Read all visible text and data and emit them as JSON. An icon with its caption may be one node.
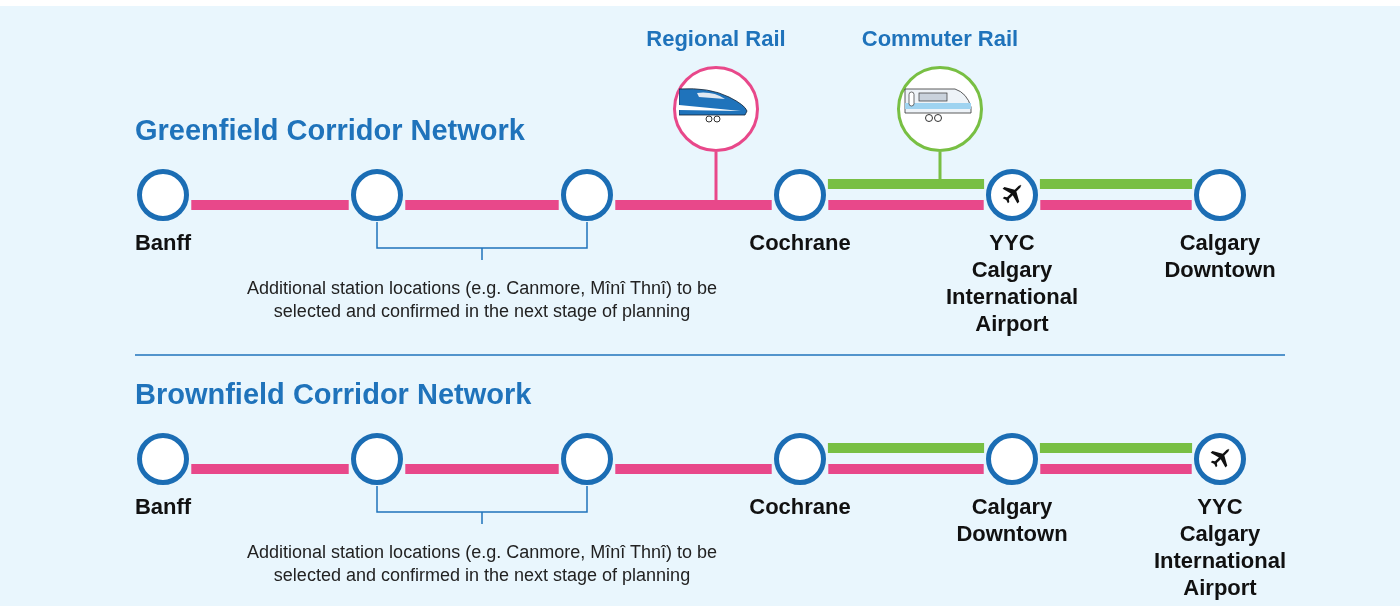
{
  "diagram": {
    "nodes": [
      {
        "text": [
          "Regional Rail"
        ]
      },
      {
        "text": [
          "Commuter Rail"
        ]
      },
      {
        "text": [],
        "shape": "circle",
        "beside": [
          "Banff"
        ]
      },
      {
        "text": [],
        "shape": "circle"
      },
      {
        "text": [],
        "shape": "circle"
      },
      {
        "text": [],
        "shape": "circle",
        "beside": [
          "Cochrane"
        ]
      },
      {
        "text": [],
        "shape": "circle",
        "beside": [
          "YYC Calgary International Airport"
        ]
      },
      {
        "text": [],
        "shape": "circle",
        "beside": [
          "Calgary Downtown"
        ]
      },
      {
        "text": [],
        "shape": "circle",
        "beside": [
          "Banff"
        ]
      },
      {
        "text": [],
        "shape": "circle"
      },
      {
        "text": [],
        "shape": "circle"
      },
      {
        "text": [],
        "shape": "circle",
        "beside": [
          "Cochrane"
        ]
      },
      {
        "text": [],
        "shape": "circle",
        "beside": [
          "Calgary Downtown"
        ]
      },
      {
        "text": [],
        "shape": "circle",
        "beside": [
          "YYC Calgary International Airport"
        ]
      }
    ],
    "edges": [
      {
        "from": 2,
        "to": 3,
        "arrow": "none"
      },
      {
        "from": 3,
        "to": 4,
        "arrow": "none"
      },
      {
        "from": 4,
        "to": 5,
        "arrow": "none"
      },
      {
        "from": 5,
        "to": 6,
        "arrow": "none"
      },
      {
        "from": 6,
        "to": 7,
        "arrow": "none"
      },
      {
        "from": 5,
        "to": 6,
        "arrow": "none",
        "color": "#78bf43"
      },
      {
        "from": 6,
        "to": 7,
        "arrow": "none",
        "color": "#78bf43"
      },
      {
        "from": 0,
        "to": null,
        "arrow": "none"
      },
      {
        "from": 1,
        "to": null,
        "arrow": "none",
        "color": "#78bf43"
      },
      {
        "from": 8,
        "to": 9,
        "arrow": "none"
      },
      {
        "from": 9,
        "to": 10,
        "arrow": "none"
      },
      {
        "from": 10,
        "to": 11,
        "arrow": "none"
      },
      {
        "from": 11,
        "to": 12,
        "arrow": "none"
      },
      {
        "from": 12,
        "to": 13,
        "arrow": "none"
      },
      {
        "from": 11,
        "to": 12,
        "arrow": "none",
        "color": "#78bf43"
      },
      {
        "from": 12,
        "to": 13,
        "arrow": "none",
        "color": "#78bf43"
      }
    ],
    "labels": [
      "Greenfield Corridor Network",
      "Additional station locations (e.g. Canmore, Mînî Thnî) to be selected and confirmed in the next stage of planning",
      "Brownfield Corridor Network",
      "Additional station locations (e.g. Canmore, Mînî Thnî) to be selected and confirmed in the next stage of planning"
    ]
  }
}
